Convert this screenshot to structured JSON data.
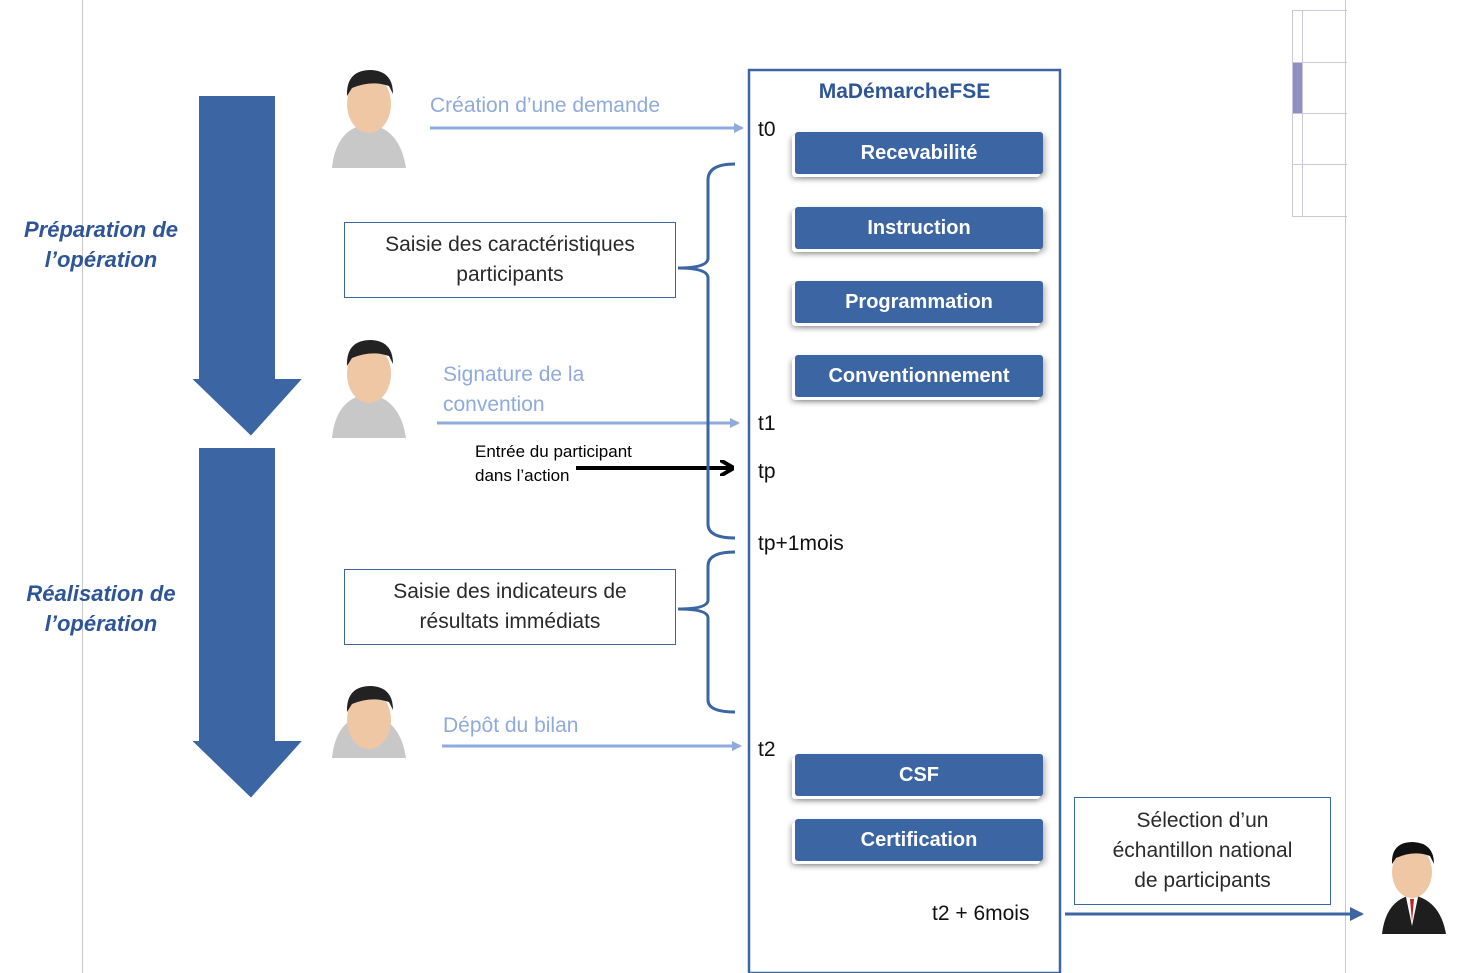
{
  "phases": {
    "preparation": [
      "Préparation  de",
      "l’opération"
    ],
    "realisation": [
      "Réalisation  de",
      "l’opération"
    ]
  },
  "system": {
    "title": "MaDémarcheFSE",
    "steps": [
      "Recevabilité",
      "Instruction",
      "Programmation",
      "Conventionnement",
      "CSF",
      "Certification"
    ]
  },
  "timeline": {
    "t0": "t0",
    "t1": "t1",
    "tp": "tp",
    "tp1": "tp+1mois",
    "t2": "t2",
    "t26": "t2 + 6mois"
  },
  "actions": {
    "creation": "Création d’une demande",
    "signature": [
      "Signature de la",
      "convention"
    ],
    "entree": [
      "Entrée du participant",
      "dans l’action"
    ],
    "depot": "Dépôt du bilan"
  },
  "boxes": {
    "saisie_caracteristiques": [
      "Saisie des caractéristiques",
      "participants"
    ],
    "saisie_indicateurs": [
      "Saisie des indicateurs de",
      "résultats immédiats"
    ],
    "selection": [
      "Sélection d’un",
      "échantillon  national",
      "de participants"
    ]
  },
  "colors": {
    "accent": "#3b65a3",
    "link": "#8faadc",
    "phase_text": "#2e5597"
  }
}
